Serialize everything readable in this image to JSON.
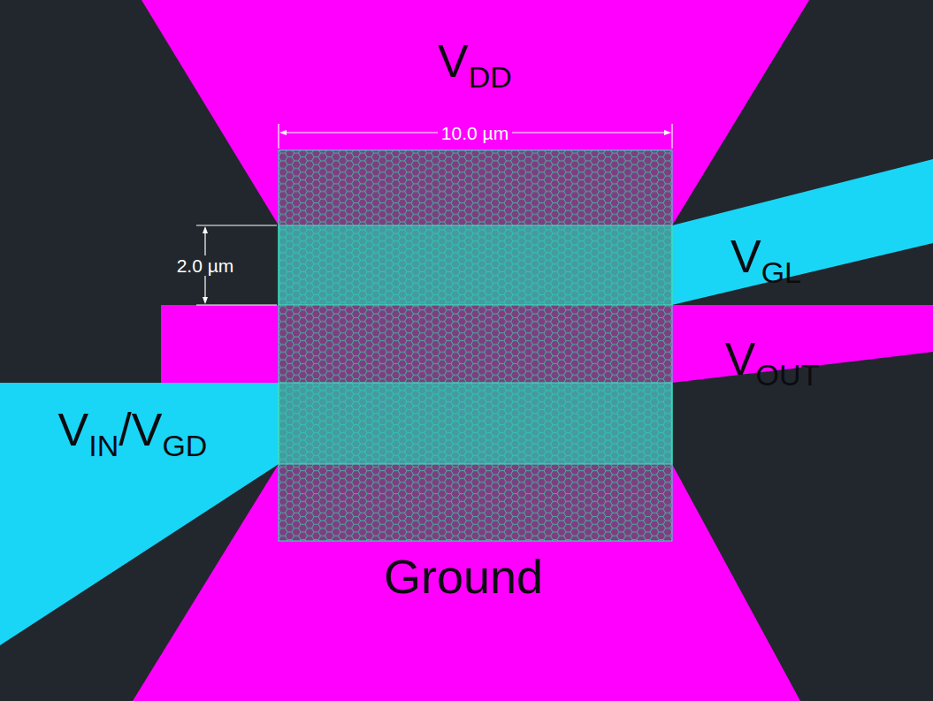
{
  "diagram": {
    "labels": [
      "VDD",
      "10.0 µm",
      "2.0 µm",
      "VGL",
      "VOUT",
      "VIN/VGD",
      "Ground"
    ]
  }
}
